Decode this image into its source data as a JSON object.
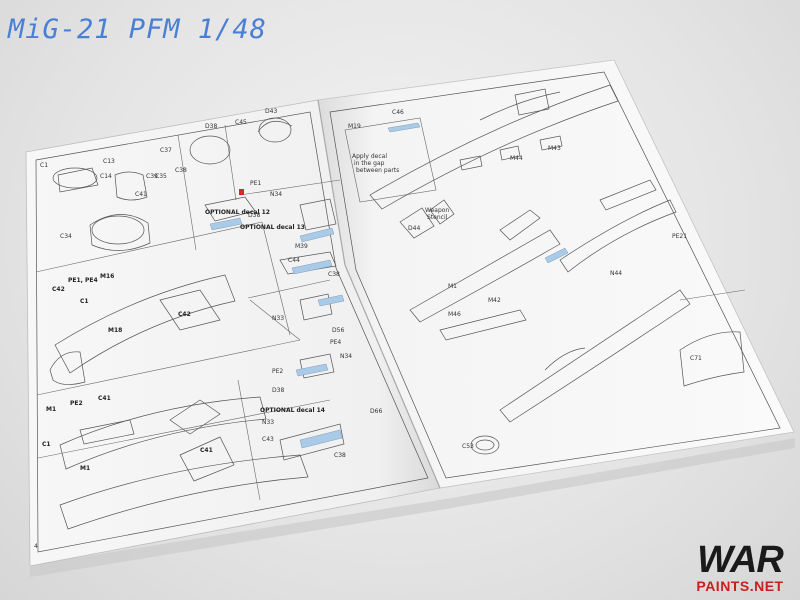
{
  "overlay": {
    "title": "MiG-21 PFM 1/48",
    "title_color": "#4a7fd6",
    "watermark_main": "WAR",
    "watermark_sub": "PAINTS.NET",
    "watermark_color": "#1a1a1a",
    "watermark_accent": "#c8201c"
  },
  "sheet": {
    "page_number": "4",
    "left_labels": [
      "C1",
      "C13",
      "C14",
      "C39",
      "C41",
      "C42",
      "C34",
      "PE1, PE4",
      "M16",
      "C1",
      "M18",
      "C42",
      "M1",
      "PE2",
      "C41",
      "C1",
      "M1",
      "C41",
      "C44",
      "M39",
      "C38",
      "D38",
      "D43",
      "C37",
      "C35",
      "C38",
      "C45",
      "PE1",
      "N34",
      "OPTIONAL decal 13",
      "OPTIONAL decal 12",
      "D38",
      "N33",
      "PE2",
      "D38",
      "OPTIONAL decal 14",
      "N33",
      "C43",
      "C38",
      "D56",
      "PE4",
      "N34",
      "D66"
    ],
    "right_labels": [
      "M19",
      "C46",
      "M44",
      "M43",
      "D44",
      "M1",
      "M42",
      "M46",
      "N44",
      "PE21",
      "C53",
      "C71"
    ],
    "right_notes": [
      "Apply decal",
      "in the gap",
      "between parts",
      "Weapon",
      "Stencil"
    ],
    "accent_blue": "#a9cbe8",
    "accent_red": "#d8262b"
  }
}
